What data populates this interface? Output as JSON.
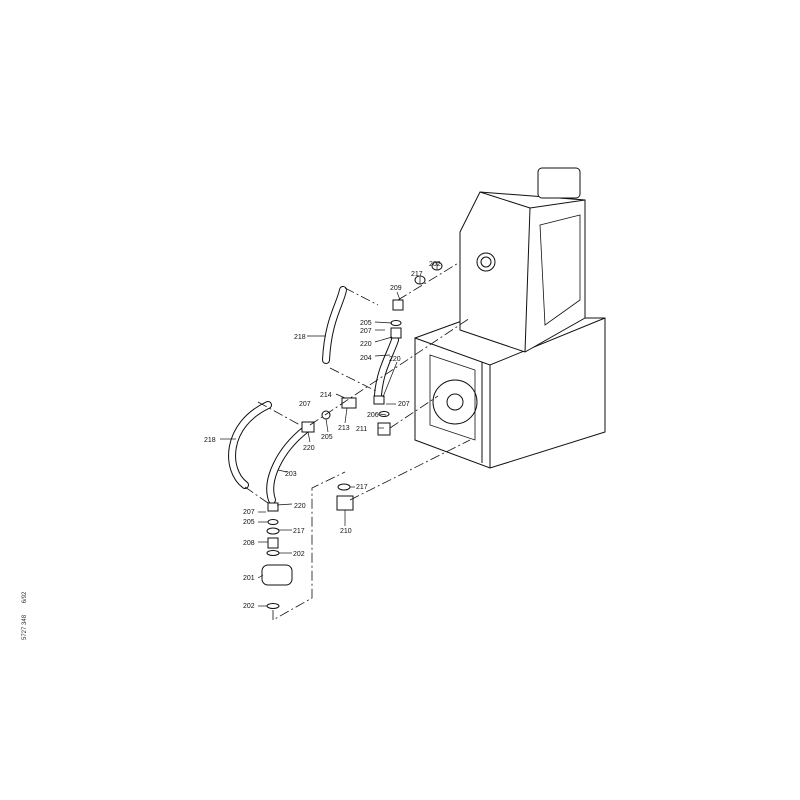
{
  "diagram": {
    "labels": {
      "p202a": "202",
      "p217a": "217",
      "p209": "209",
      "p205a": "205",
      "p207a": "207",
      "p220a": "220",
      "p204": "204",
      "p218a": "218",
      "p220b": "220",
      "p214": "214",
      "p207b": "207",
      "p207c": "207",
      "p206a": "206",
      "p213": "213",
      "p205b": "205",
      "p211": "211",
      "p218b": "218",
      "p220c": "220",
      "p203": "203",
      "p220d": "220",
      "p217b": "217",
      "p207d": "207",
      "p205c": "205",
      "p217c": "217",
      "p210": "210",
      "p208": "208",
      "p202b": "202",
      "p201": "201",
      "p202c": "202"
    },
    "stamp": {
      "number": "5727 348",
      "date": "6/92"
    }
  }
}
